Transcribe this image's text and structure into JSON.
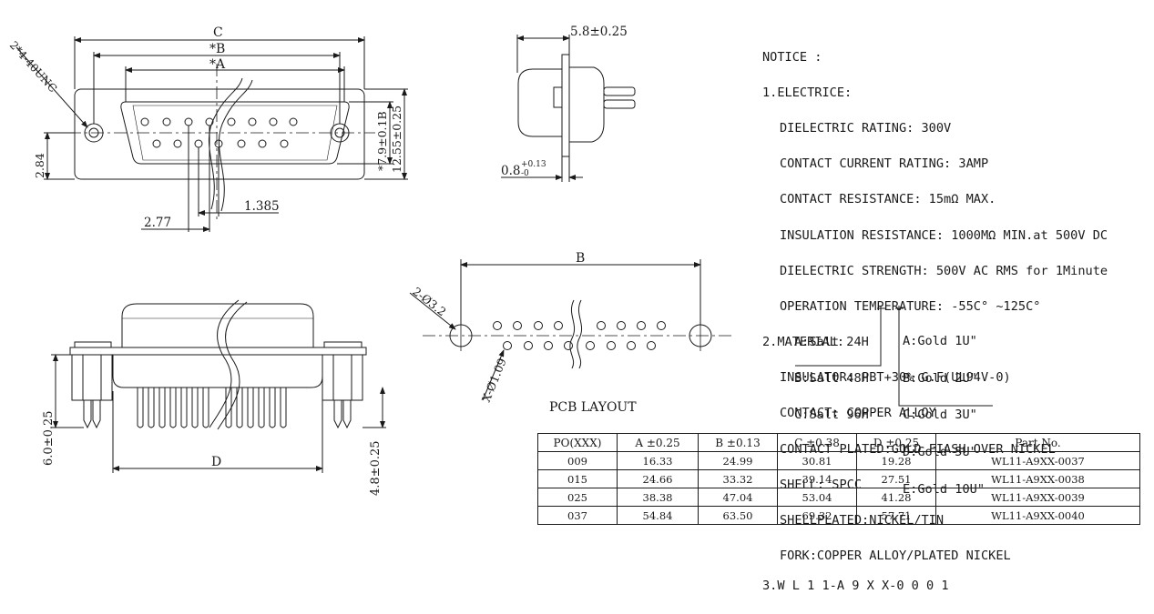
{
  "drawing": {
    "front_view": {
      "dim_c": "C",
      "dim_b": "*B",
      "dim_a": "*A",
      "thread": "2*4-40UNC",
      "dim_height_inner": "*7.9±0.1B",
      "dim_height_outer": "12.55±0.25",
      "dim_left": "2.84",
      "dim_pitch_x": "2.77",
      "dim_pitch_row": "1.385"
    },
    "side_view": {
      "dim_depth": "5.8±0.25",
      "dim_plate": "0.8",
      "dim_plate_tol": "+0.13",
      "dim_plate_tol_low": "-0"
    },
    "pcb": {
      "dim_b": "B",
      "mount_holes": "2-Ø3.2",
      "pin_holes": "X-Ø1.09",
      "title": "PCB LAYOUT"
    },
    "bottom_view": {
      "dim_d": "D",
      "dim_pin_len": "6.0±0.25",
      "dim_tail_len": "4.8±0.25"
    }
  },
  "notice": {
    "heading": "NOTICE :",
    "electric": {
      "title": "1.ELECTRICE:",
      "lines": [
        "DIELECTRIC RATING: 300V",
        "CONTACT CURRENT RATING: 3AMP",
        "CONTACT RESISTANCE: 15mΩ MAX.",
        "INSULATION RESISTANCE: 1000MΩ MIN.at 500V DC",
        "DIELECTRIC STRENGTH: 500V AC RMS for 1Minute",
        "OPERATION TEMPERATURE: -55C° ~125C°"
      ]
    },
    "material": {
      "title": "2.MATERIAL:",
      "lines": [
        "INSULATOR: PBT+30% G.F(UL94V-0)",
        "CONTACT: COPPER ALLOY",
        "CONTACT PLATED:GOLD FIASH OVER NICKEL",
        "SHELL: SPCC",
        "SHELLPLATED:NICKEL/TIN",
        "FORK:COPPER ALLOY/PLATED NICKEL"
      ]
    },
    "ordering": {
      "code": "3.W L 1 1-A 9 X X-0 0 0 1",
      "salt": [
        "A:Salt 24H",
        "B:Salt 48H",
        "C:Salt 96H"
      ],
      "gold": [
        "A:Gold 1U\"",
        "B:Gold 2U\"",
        "C:Gold 3U\"",
        "D:Gold 5U\"",
        "E:Gold 10U\""
      ]
    }
  },
  "table": {
    "headers": [
      "PO(XXX)",
      "A ±0.25",
      "B ±0.13",
      "C ±0.38",
      "D ±0.25",
      "Part No."
    ],
    "rows": [
      [
        "009",
        "16.33",
        "24.99",
        "30.81",
        "19.28",
        "WL11-A9XX-0037"
      ],
      [
        "015",
        "24.66",
        "33.32",
        "39.14",
        "27.51",
        "WL11-A9XX-0038"
      ],
      [
        "025",
        "38.38",
        "47.04",
        "53.04",
        "41.28",
        "WL11-A9XX-0039"
      ],
      [
        "037",
        "54.84",
        "63.50",
        "69.32",
        "57.71",
        "WL11-A9XX-0040"
      ]
    ]
  }
}
